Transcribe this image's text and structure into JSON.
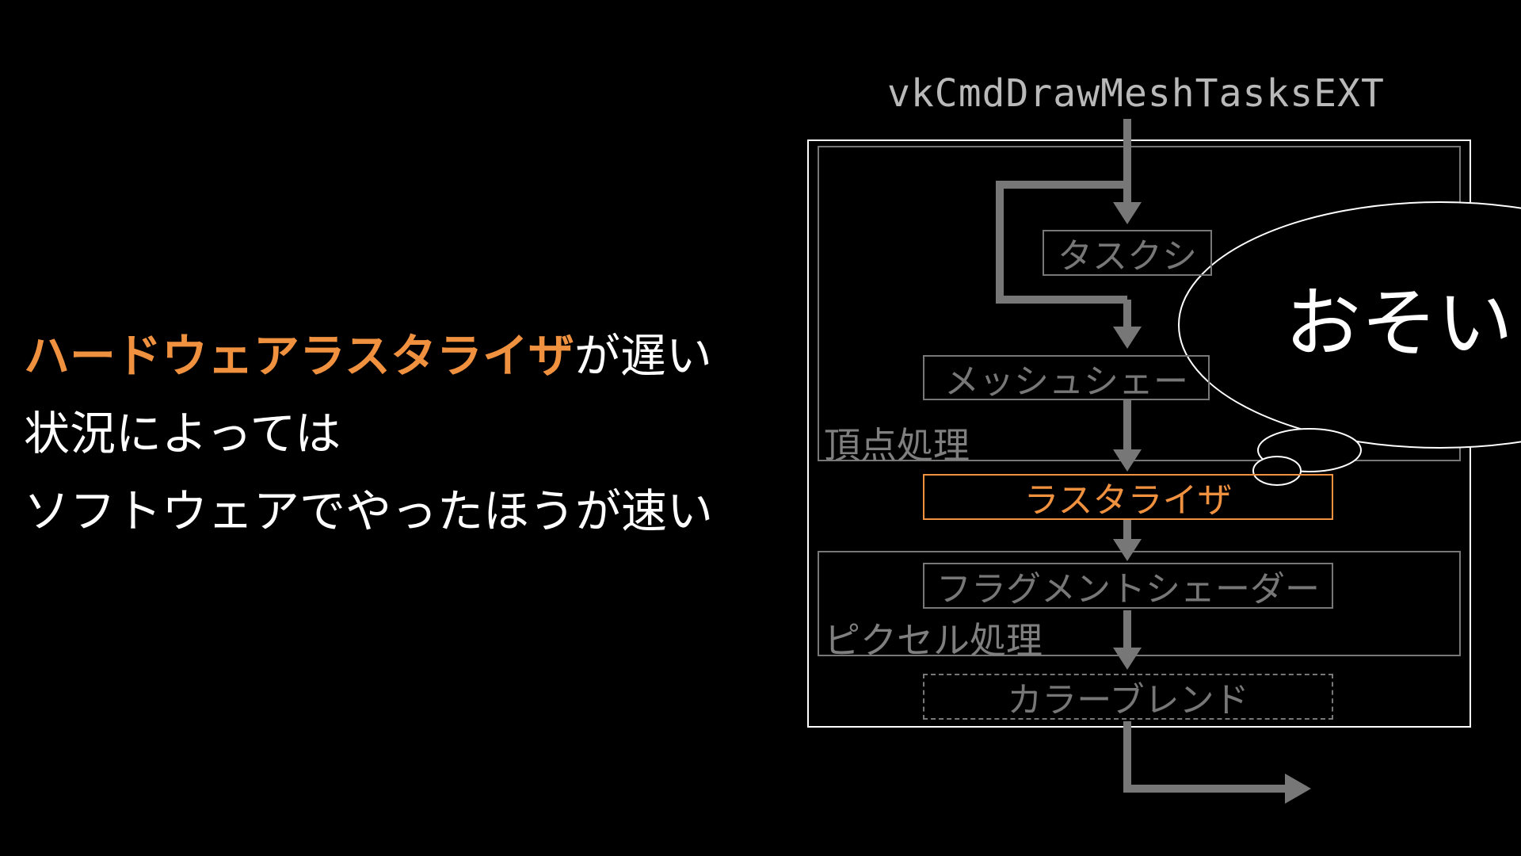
{
  "left_text": {
    "line1_highlight": "ハードウェアラスタライザ",
    "line1_rest": "が遅い",
    "line2": "状況によっては",
    "line3": "ソフトウェアでやったほうが速い"
  },
  "diagram": {
    "entry_call": "vkCmdDrawMeshTasksEXT",
    "stages": {
      "task_shader": "タスクシ",
      "mesh_shader": "メッシュシェー",
      "rasterizer": "ラスタライザ",
      "fragment_shader": "フラグメントシェーダー",
      "color_blend": "カラーブレンド"
    },
    "groups": {
      "vertex_processing": "頂点処理",
      "pixel_processing": "ピクセル処理"
    },
    "speech_bubble": "おそい"
  },
  "colors": {
    "accent": "#f0913f",
    "stage_gray": "#777777",
    "outline": "#ffffff"
  }
}
